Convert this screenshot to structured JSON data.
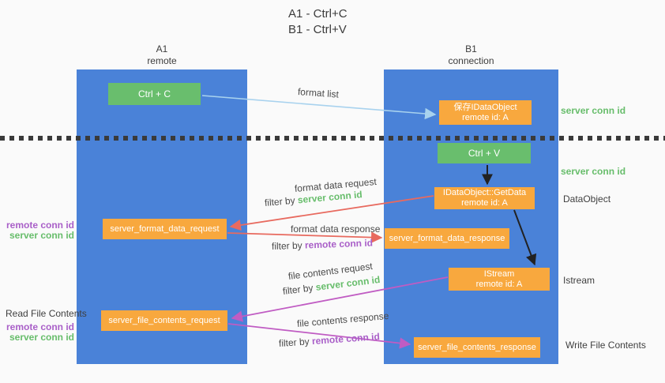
{
  "title": {
    "line1": "A1 - Ctrl+C",
    "line2": "B1 - Ctrl+V"
  },
  "columns": {
    "left": {
      "name": "A1",
      "role": "remote"
    },
    "right": {
      "name": "B1",
      "role": "connection"
    }
  },
  "nodes": {
    "ctrl_c": {
      "label": "Ctrl + C"
    },
    "save_dataobject": {
      "line1": "保存IDataObject",
      "line2": "remote id: A"
    },
    "ctrl_v": {
      "label": "Ctrl + V"
    },
    "getdata": {
      "line1": "IDataObject::GetData",
      "line2": "remote id: A"
    },
    "server_format_data_request": {
      "label": "server_format_data_request"
    },
    "server_format_data_response": {
      "label": "server_format_data_response"
    },
    "istream": {
      "line1": "IStream",
      "line2": "remote id: A"
    },
    "server_file_contents_request": {
      "label": "server_file_contents_request"
    },
    "server_file_contents_response": {
      "label": "server_file_contents_response"
    }
  },
  "flow_labels": {
    "format_list": "format list",
    "format_data_request": "format data request",
    "format_data_response": "format data response",
    "file_contents_request": "file contents request",
    "file_contents_response": "file contents response",
    "filter_by": "filter by",
    "server_conn_id": "server conn id",
    "remote_conn_id": "remote conn id"
  },
  "side_labels": {
    "left": {
      "read_file_contents": "Read File Contents",
      "remote_conn_id": "remote conn id",
      "server_conn_id": "server conn id"
    },
    "right": {
      "server_conn_id_top": "server conn id",
      "server_conn_id_mid": "server conn id",
      "dataobject": "DataObject",
      "istream": "Istream",
      "write_file_contents": "Write File Contents"
    }
  },
  "colors": {
    "column_blue": "#4a82d8",
    "box_green": "#69be6d",
    "box_orange": "#f8a83e",
    "arrow_lightblue": "#a8d2ee",
    "arrow_red": "#e86a5f",
    "arrow_magenta": "#c05cc3",
    "arrow_black": "#222222",
    "text_green": "#67bd6b",
    "text_purple": "#a95fc8"
  }
}
